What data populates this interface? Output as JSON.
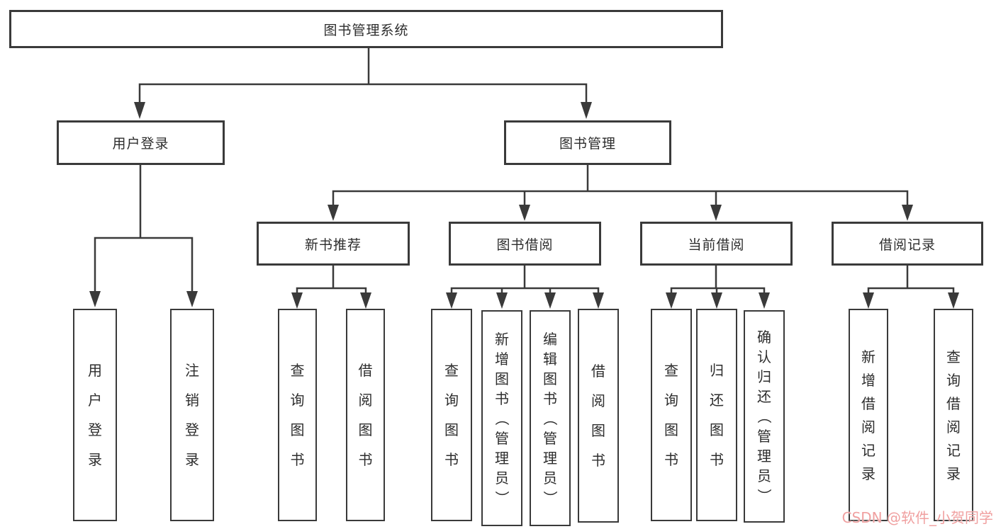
{
  "colors": {
    "background": "#ffffff",
    "line": "#3a3a3a",
    "box_border": "#3a3a3a",
    "text": "#2d2d2d",
    "watermark": "#f0a0a0"
  },
  "tree": {
    "root": {
      "label": "图书管理系统"
    },
    "branches": [
      {
        "label": "用户登录",
        "children": [
          {
            "label": "用户登录"
          },
          {
            "label": "注销登录"
          }
        ]
      },
      {
        "label": "图书管理",
        "children": [
          {
            "label": "新书推荐",
            "children": [
              {
                "label": "查询图书"
              },
              {
                "label": "借阅图书"
              }
            ]
          },
          {
            "label": "图书借阅",
            "children": [
              {
                "label": "查询图书"
              },
              {
                "label": "新增图书（管理员）"
              },
              {
                "label": "编辑图书（管理员）"
              },
              {
                "label": "借阅图书"
              }
            ]
          },
          {
            "label": "当前借阅",
            "children": [
              {
                "label": "查询图书"
              },
              {
                "label": "归还图书"
              },
              {
                "label": "确认归还（管理员）"
              }
            ]
          },
          {
            "label": "借阅记录",
            "children": [
              {
                "label": "新增借阅记录"
              },
              {
                "label": "查询借阅记录"
              }
            ]
          }
        ]
      }
    ]
  },
  "watermark": {
    "text": "CSDN @软件_小贺同学"
  }
}
